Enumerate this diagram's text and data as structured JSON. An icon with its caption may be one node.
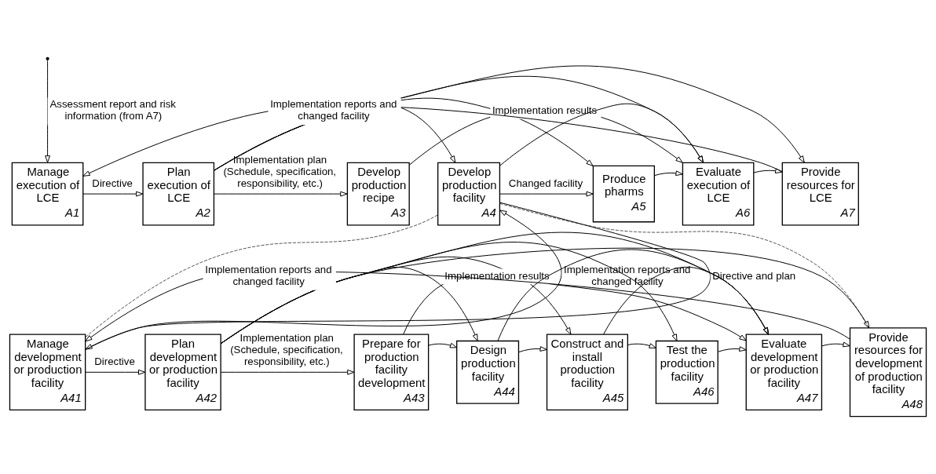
{
  "diagram": {
    "nodes": [
      {
        "text": [
          "Manage execution of LCE",
          "A1"
        ]
      },
      {
        "text": [
          "Plan execution of LCE",
          "A2"
        ]
      },
      {
        "text": [
          "Develop production recipe",
          "A3"
        ]
      },
      {
        "text": [
          "Develop production facility",
          "A4"
        ]
      },
      {
        "text": [
          "Produce pharms",
          "A5"
        ]
      },
      {
        "text": [
          "Evaluate execution of LCE",
          "A6"
        ]
      },
      {
        "text": [
          "Provide resources for LCE",
          "A7"
        ]
      },
      {
        "text": [
          "Manage development or production facility",
          "A41"
        ]
      },
      {
        "text": [
          "Plan development or production facility",
          "A42"
        ]
      },
      {
        "text": [
          "Prepare for production facility development",
          "A43"
        ]
      },
      {
        "text": [
          "Design production facility",
          "A44"
        ]
      },
      {
        "text": [
          "Construct and install production facility",
          "A45"
        ]
      },
      {
        "text": [
          "Test the production facility",
          "A46"
        ]
      },
      {
        "text": [
          "Evaluate development or production facility",
          "A47"
        ]
      },
      {
        "text": [
          "Provide resources for development of production facility",
          "A48"
        ]
      }
    ],
    "edges": [
      {
        "from": null,
        "to": 0,
        "arrow": "to",
        "label": "Assessment report and risk information (from A7)"
      },
      {
        "from": 0,
        "to": 1,
        "arrow": "to",
        "label": "Directive"
      },
      {
        "from": 1,
        "to": 2,
        "arrow": "to",
        "label": "Implementation plan (Schedule, specification, responsibility, etc.)"
      },
      {
        "from": 1,
        "to": 3,
        "arrow": "to"
      },
      {
        "from": 1,
        "to": 4,
        "arrow": "to"
      },
      {
        "from": 1,
        "to": 5,
        "arrow": "to"
      },
      {
        "from": 1,
        "to": 6,
        "arrow": "to"
      },
      {
        "from": 2,
        "to": 5,
        "arrow": "to",
        "label": "Implementation results"
      },
      {
        "from": 3,
        "to": 5,
        "arrow": "to"
      },
      {
        "from": 4,
        "to": 5,
        "arrow": "to"
      },
      {
        "from": 3,
        "to": 4,
        "arrow": "to",
        "label": "Changed facility"
      },
      {
        "from": 5,
        "to": 6,
        "arrow": "to"
      },
      {
        "from": 6,
        "to": 0,
        "arrow": "to",
        "label": "Implementation reports and changed facility"
      },
      {
        "from": 3,
        "to": 7,
        "arrow": "to",
        "label": "Directive and plan"
      },
      {
        "from": 7,
        "to": 3,
        "arrow": "to",
        "label": "Implementation reports and changed facility"
      },
      {
        "from": 3,
        "to": 7,
        "arrow": "none",
        "style": "dashed"
      },
      {
        "from": 3,
        "to": 14,
        "arrow": "none",
        "style": "dashed"
      },
      {
        "from": 7,
        "to": 8,
        "arrow": "to",
        "label": "Directive"
      },
      {
        "from": 8,
        "to": 9,
        "arrow": "to",
        "label": "Implementation plan (Schedule, specification, responsibility, etc.)"
      },
      {
        "from": 8,
        "to": 10,
        "arrow": "to"
      },
      {
        "from": 8,
        "to": 11,
        "arrow": "to"
      },
      {
        "from": 8,
        "to": 12,
        "arrow": "to"
      },
      {
        "from": 8,
        "to": 13,
        "arrow": "to"
      },
      {
        "from": 8,
        "to": 14,
        "arrow": "to"
      },
      {
        "from": 9,
        "to": 10,
        "arrow": "to"
      },
      {
        "from": 10,
        "to": 11,
        "arrow": "to"
      },
      {
        "from": 11,
        "to": 12,
        "arrow": "to"
      },
      {
        "from": 9,
        "to": 13,
        "arrow": "to",
        "label": "Implementation results"
      },
      {
        "from": 10,
        "to": 13,
        "arrow": "to"
      },
      {
        "from": 11,
        "to": 13,
        "arrow": "to"
      },
      {
        "from": 12,
        "to": 13,
        "arrow": "to"
      },
      {
        "from": 13,
        "to": 14,
        "arrow": "to"
      },
      {
        "from": 14,
        "to": 7,
        "arrow": "to",
        "label": "Implementation reports and changed facility"
      }
    ]
  }
}
